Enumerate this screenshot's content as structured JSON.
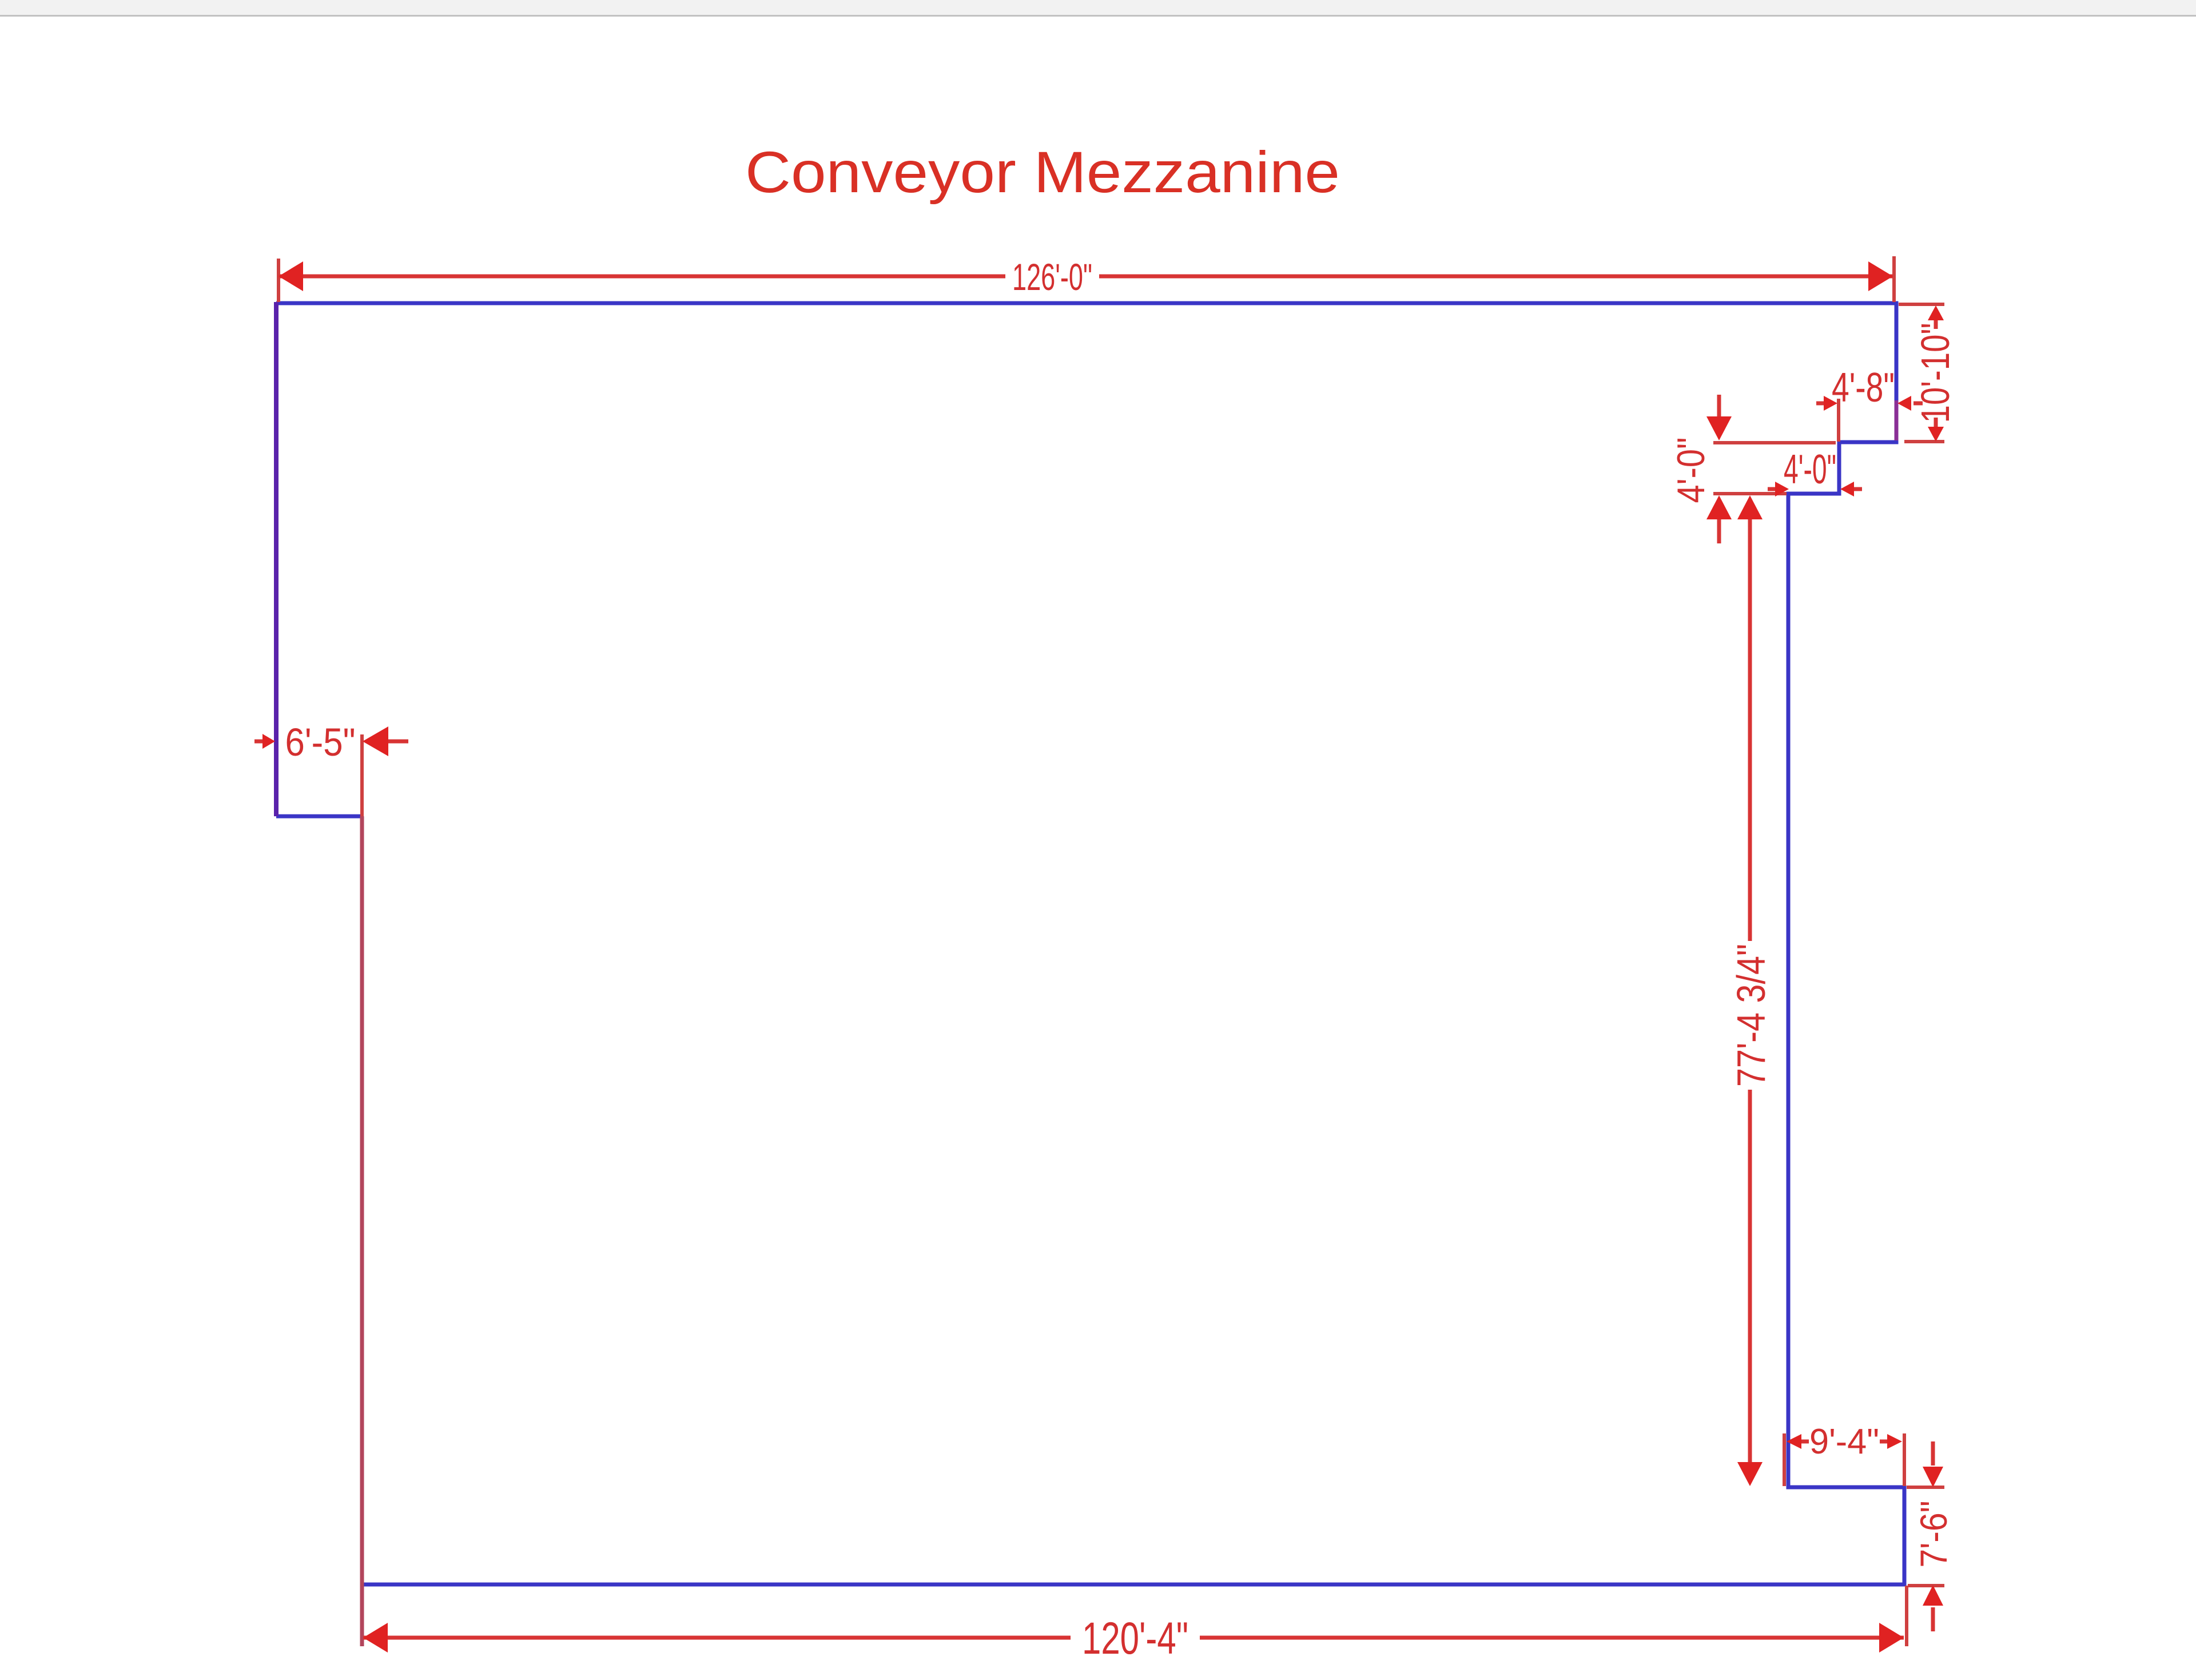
{
  "title": {
    "text": "Conveyor Mezzanine",
    "color": "#d93025"
  },
  "drawing": {
    "type": "floor-plan-outline",
    "shape_color": "#3a35c6",
    "dimension_color": "#d83434",
    "left_edge_overlap_color": "#5a22ab",
    "bottom_left_edge_overlap_color": "#b2455c",
    "dims": {
      "top_width": "126'-0\"",
      "right_upper_height": "10'-10\"",
      "notch_step1_width": "4'-8\"",
      "notch_vertical_height": "4'-0\"",
      "notch_step2_width": "4'-0\"",
      "left_step_width": "6'-5\"",
      "right_long_height": "77'-4 3/4\"",
      "bottom_step_width": "9'-4\"",
      "bottom_right_height": "7'-6\"",
      "bottom_width": "120'-4\""
    }
  }
}
